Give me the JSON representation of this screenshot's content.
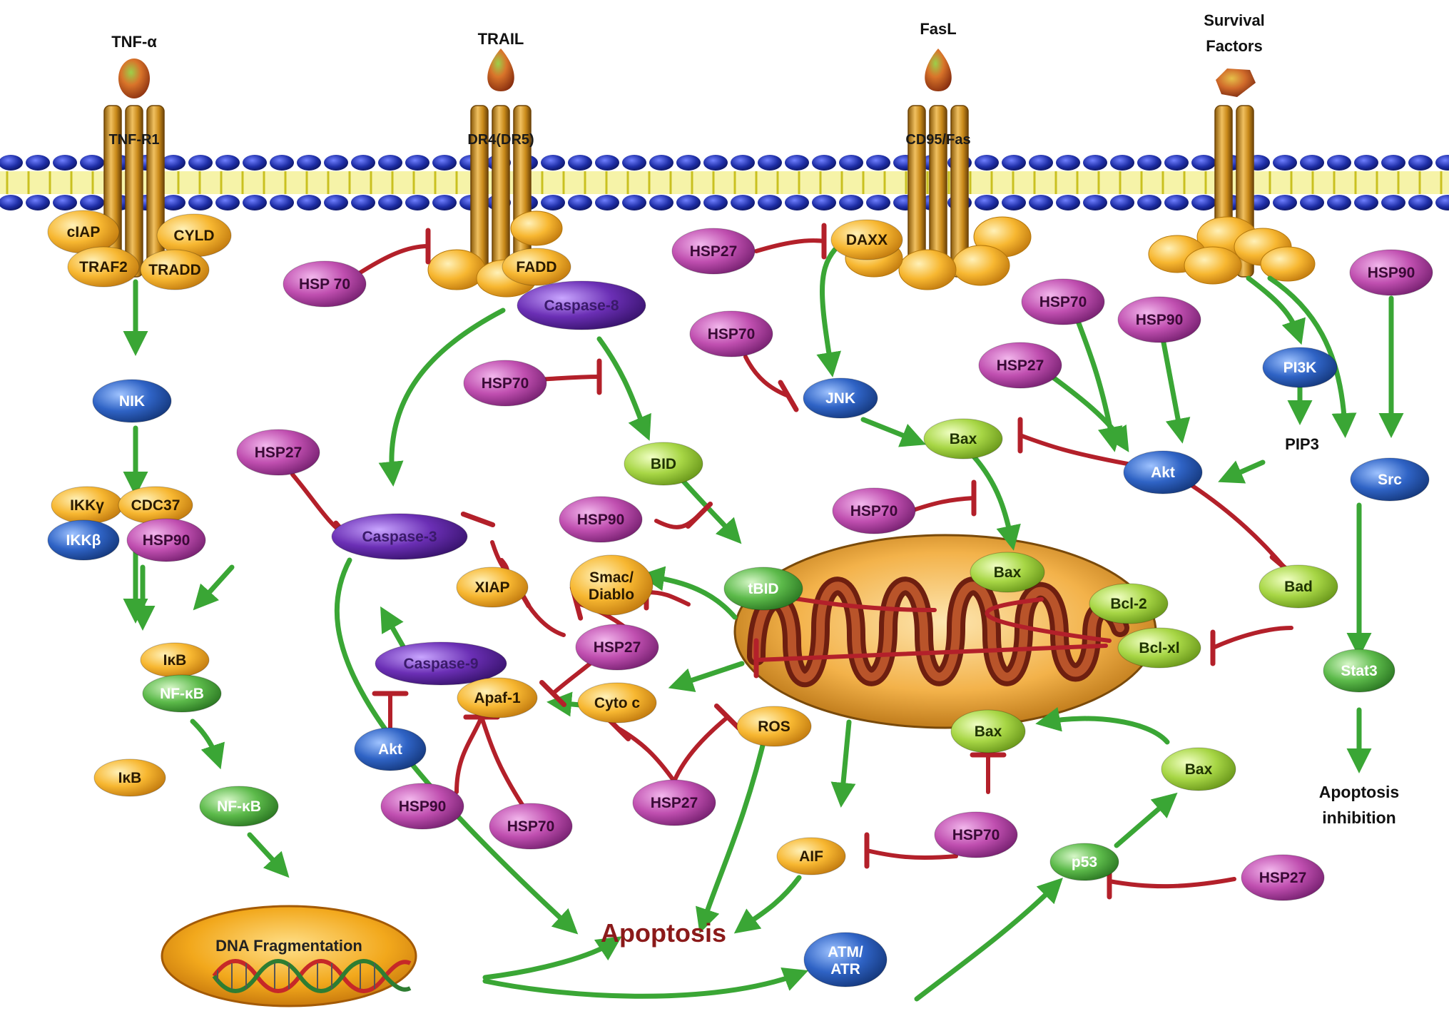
{
  "ligands": {
    "tnf": "TNF-α",
    "trail": "TRAIL",
    "fasl": "FasL",
    "survival_line1": "Survival",
    "survival_line2": "Factors"
  },
  "receptors": {
    "tnfr1": "TNF-R1",
    "dr4": "DR4(DR5)",
    "cd95": "CD95/Fas"
  },
  "nodes": {
    "ciap": "cIAP",
    "cyld": "CYLD",
    "traf2": "TRAF2",
    "tradd": "TRADD",
    "fadd": "FADD",
    "caspase8_top": "Caspase-8",
    "daxx": "DAXX",
    "hsp70_trail": "HSP 70",
    "hsp27_daxx": "HSP27",
    "hsp90_src": "HSP90",
    "hsp70_akt": "HSP70",
    "hsp90_akt": "HSP90",
    "hsp27_akt": "HSP27",
    "hsp70_jnk": "HSP70",
    "jnk": "JNK",
    "pi3k": "PI3K",
    "pip3": "PIP3",
    "akt_right": "Akt",
    "src": "Src",
    "bax_top": "Bax",
    "hsp70_bid": "HSP70",
    "bid": "BID",
    "hsp27_casp3": "HSP27",
    "caspase3": "Caspase-3",
    "hsp90_tbid": "HSP90",
    "hsp70_bax": "HSP70",
    "bax_mito": "Bax",
    "bcl2": "Bcl-2",
    "bcl_xl": "Bcl-xl",
    "bad": "Bad",
    "xiap": "XIAP",
    "smac_line1": "Smac/",
    "smac_line2": "Diablo",
    "tbid": "tBID",
    "hsp27_smac": "HSP27",
    "caspase9": "Caspase-9",
    "apaf1": "Apaf-1",
    "cytoc": "Cyto c",
    "ros": "ROS",
    "akt_left": "Akt",
    "stat3": "Stat3",
    "bax_lower": "Bax",
    "bax_right": "Bax",
    "hsp90_apaf": "HSP90",
    "hsp70_apaf": "HSP70",
    "hsp27_cytoc": "HSP27",
    "hsp70_aif": "HSP70",
    "aif": "AIF",
    "p53": "p53",
    "hsp27_p53": "HSP27",
    "atm_line1": "ATM/",
    "atm_line2": "ATR",
    "nik": "NIK",
    "ikkg": "IKKγ",
    "cdc37": "CDC37",
    "ikkb": "IKKβ",
    "hsp90_ikk": "HSP90",
    "ikb_top": "IκB",
    "nfkb_top": "NF-κB",
    "ikb_free": "IκB",
    "nfkb_free": "NF-κB"
  },
  "labels": {
    "dna_fragmentation": "DNA Fragmentation",
    "apoptosis": "Apoptosis",
    "inhibition_line1": "Apoptosis",
    "inhibition_line2": "inhibition"
  },
  "colors": {
    "activation_arrow": "#3aa635",
    "inhibition_bar": "#b3202a",
    "hsp_purple": "#c04fb0",
    "kinase_blue": "#2f63c5",
    "adaptor_orange": "#f7b731",
    "lime_protein": "#a7d645",
    "green_protein": "#5cba4a",
    "caspase_violet": "#6b2fb5",
    "receptor_gold": "#c98a1a",
    "membrane_blue": "#1f2fa8",
    "apoptosis_text": "#8b1a1a"
  }
}
